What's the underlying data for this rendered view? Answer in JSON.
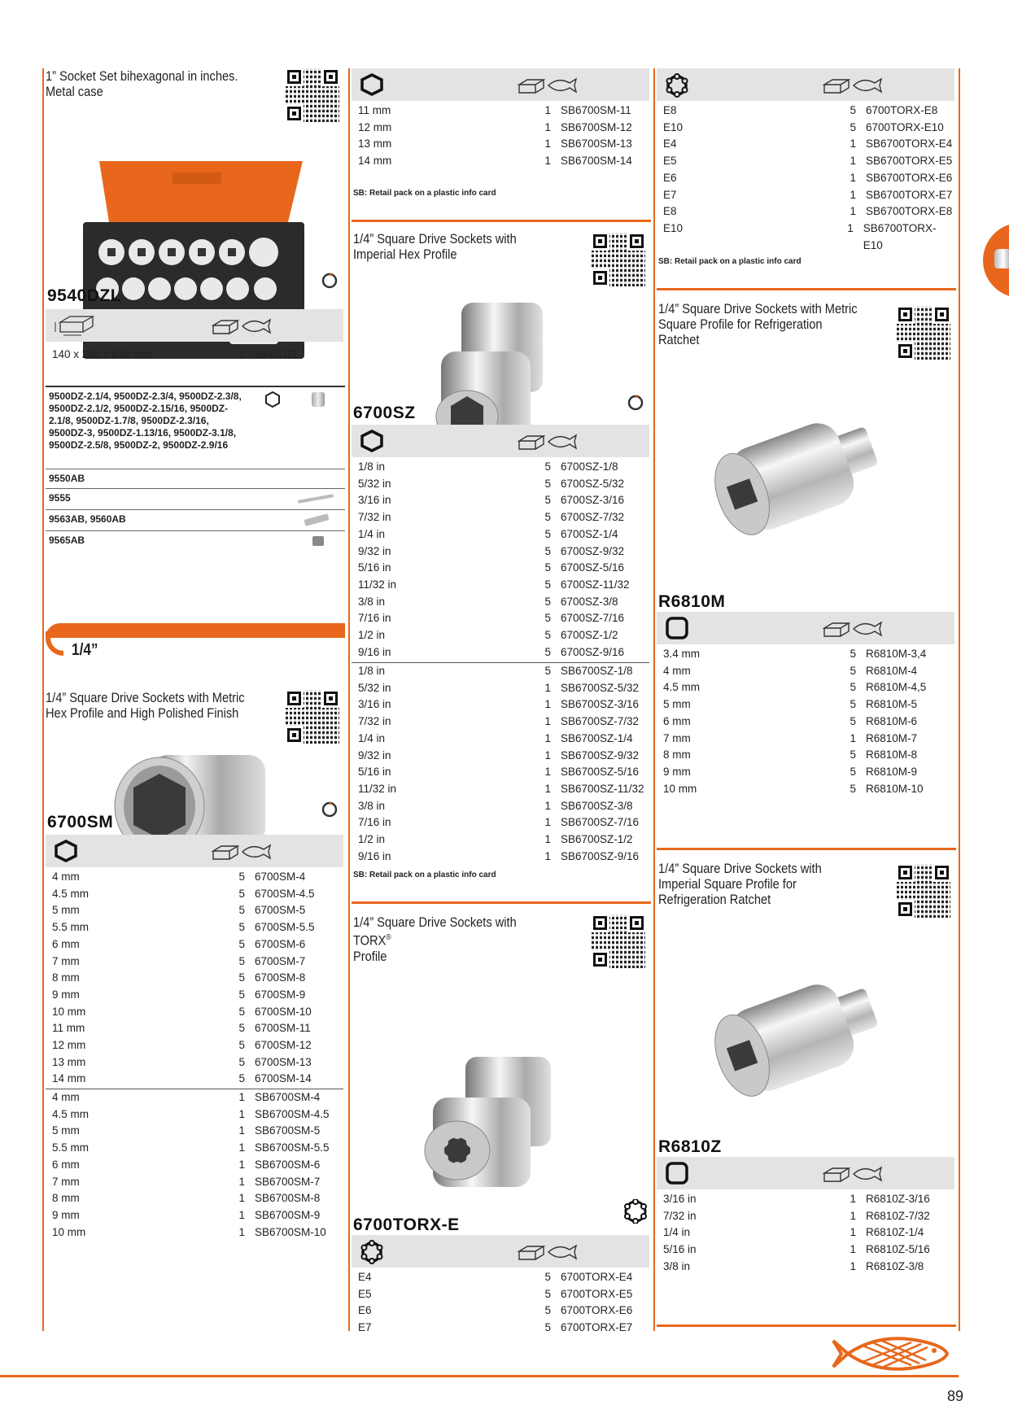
{
  "col1": {
    "set_title": "1” Socket Set bihexagonal in inches. Metal case",
    "set_code": "9540DZL",
    "set_row": {
      "dims": "140 x 285 x 630 mm",
      "qty": "1",
      "ref": "9540DZL"
    },
    "accessories": [
      {
        "text": "9500DZ-2.1/4, 9500DZ-2.3/4, 9500DZ-2.3/8, 9500DZ-2.1/2, 9500DZ-2.15/16, 9500DZ-2.1/8, 9500DZ-1.7/8, 9500DZ-2.3/16, 9500DZ-3, 9500DZ-1.13/16, 9500DZ-3.1/8, 9500DZ-2.5/8, 9500DZ-2, 9500DZ-2.9/16"
      },
      {
        "text": "9550AB"
      },
      {
        "text": "9555"
      },
      {
        "text": "9563AB, 9560AB"
      },
      {
        "text": "9565AB"
      }
    ],
    "section": "1/4”",
    "sm_title": "1/4” Square Drive Sockets with Metric Hex Profile and High Polished Finish",
    "sm_code": "6700SM",
    "sm_rows_a": [
      [
        "4 mm",
        "5",
        "6700SM-4"
      ],
      [
        "4.5 mm",
        "5",
        "6700SM-4.5"
      ],
      [
        "5 mm",
        "5",
        "6700SM-5"
      ],
      [
        "5.5 mm",
        "5",
        "6700SM-5.5"
      ],
      [
        "6 mm",
        "5",
        "6700SM-6"
      ],
      [
        "7 mm",
        "5",
        "6700SM-7"
      ],
      [
        "8 mm",
        "5",
        "6700SM-8"
      ],
      [
        "9 mm",
        "5",
        "6700SM-9"
      ],
      [
        "10 mm",
        "5",
        "6700SM-10"
      ],
      [
        "11 mm",
        "5",
        "6700SM-11"
      ],
      [
        "12 mm",
        "5",
        "6700SM-12"
      ],
      [
        "13 mm",
        "5",
        "6700SM-13"
      ],
      [
        "14 mm",
        "5",
        "6700SM-14"
      ]
    ],
    "sm_rows_b": [
      [
        "4 mm",
        "1",
        "SB6700SM-4"
      ],
      [
        "4.5 mm",
        "1",
        "SB6700SM-4.5"
      ],
      [
        "5 mm",
        "1",
        "SB6700SM-5"
      ],
      [
        "5.5 mm",
        "1",
        "SB6700SM-5.5"
      ],
      [
        "6 mm",
        "1",
        "SB6700SM-6"
      ],
      [
        "7 mm",
        "1",
        "SB6700SM-7"
      ],
      [
        "8 mm",
        "1",
        "SB6700SM-8"
      ],
      [
        "9 mm",
        "1",
        "SB6700SM-9"
      ],
      [
        "10 mm",
        "1",
        "SB6700SM-10"
      ]
    ]
  },
  "col2": {
    "cont_rows": [
      [
        "11 mm",
        "1",
        "SB6700SM-11"
      ],
      [
        "12 mm",
        "1",
        "SB6700SM-12"
      ],
      [
        "13 mm",
        "1",
        "SB6700SM-13"
      ],
      [
        "14 mm",
        "1",
        "SB6700SM-14"
      ]
    ],
    "note1": "SB: Retail pack on a plastic info card",
    "sz_title": "1/4” Square Drive Sockets with Imperial Hex Profile",
    "sz_code": "6700SZ",
    "sz_rows_a": [
      [
        "1/8 in",
        "5",
        "6700SZ-1/8"
      ],
      [
        "5/32 in",
        "5",
        "6700SZ-5/32"
      ],
      [
        "3/16 in",
        "5",
        "6700SZ-3/16"
      ],
      [
        "7/32 in",
        "5",
        "6700SZ-7/32"
      ],
      [
        "1/4 in",
        "5",
        "6700SZ-1/4"
      ],
      [
        "9/32 in",
        "5",
        "6700SZ-9/32"
      ],
      [
        "5/16 in",
        "5",
        "6700SZ-5/16"
      ],
      [
        "11/32 in",
        "5",
        "6700SZ-11/32"
      ],
      [
        "3/8 in",
        "5",
        "6700SZ-3/8"
      ],
      [
        "7/16 in",
        "5",
        "6700SZ-7/16"
      ],
      [
        "1/2 in",
        "5",
        "6700SZ-1/2"
      ],
      [
        "9/16 in",
        "5",
        "6700SZ-9/16"
      ]
    ],
    "sz_rows_b": [
      [
        "1/8 in",
        "5",
        "SB6700SZ-1/8"
      ],
      [
        "5/32 in",
        "1",
        "SB6700SZ-5/32"
      ],
      [
        "3/16 in",
        "1",
        "SB6700SZ-3/16"
      ],
      [
        "7/32 in",
        "1",
        "SB6700SZ-7/32"
      ],
      [
        "1/4 in",
        "1",
        "SB6700SZ-1/4"
      ],
      [
        "9/32 in",
        "1",
        "SB6700SZ-9/32"
      ],
      [
        "5/16 in",
        "1",
        "SB6700SZ-5/16"
      ],
      [
        "11/32 in",
        "1",
        "SB6700SZ-11/32"
      ],
      [
        "3/8 in",
        "1",
        "SB6700SZ-3/8"
      ],
      [
        "7/16 in",
        "1",
        "SB6700SZ-7/16"
      ],
      [
        "1/2 in",
        "1",
        "SB6700SZ-1/2"
      ],
      [
        "9/16 in",
        "1",
        "SB6700SZ-9/16"
      ]
    ],
    "note2": "SB: Retail pack on a plastic info card",
    "torx_title_a": "1/4” Square Drive Sockets with TORX",
    "torx_reg": "®",
    "torx_title_b": "Profile",
    "torx_code": "6700TORX-E",
    "torx_rows": [
      [
        "E4",
        "5",
        "6700TORX-E4"
      ],
      [
        "E5",
        "5",
        "6700TORX-E5"
      ],
      [
        "E6",
        "5",
        "6700TORX-E6"
      ],
      [
        "E7",
        "5",
        "6700TORX-E7"
      ]
    ]
  },
  "col3": {
    "torx_rows": [
      [
        "E8",
        "5",
        "6700TORX-E8"
      ],
      [
        "E10",
        "5",
        "6700TORX-E10"
      ],
      [
        "E4",
        "1",
        "SB6700TORX-E4"
      ],
      [
        "E5",
        "1",
        "SB6700TORX-E5"
      ],
      [
        "E6",
        "1",
        "SB6700TORX-E6"
      ],
      [
        "E7",
        "1",
        "SB6700TORX-E7"
      ],
      [
        "E8",
        "1",
        "SB6700TORX-E8"
      ],
      [
        "E10",
        "1",
        "SB6700TORX-E10"
      ]
    ],
    "note": "SB: Retail pack on a plastic info card",
    "m_title": "1/4” Square Drive Sockets with Metric Square Profile for Refrigeration Ratchet",
    "m_code": "R6810M",
    "m_rows": [
      [
        "3.4 mm",
        "5",
        "R6810M-3,4"
      ],
      [
        "4 mm",
        "5",
        "R6810M-4"
      ],
      [
        "4.5 mm",
        "5",
        "R6810M-4,5"
      ],
      [
        "5 mm",
        "5",
        "R6810M-5"
      ],
      [
        "6 mm",
        "5",
        "R6810M-6"
      ],
      [
        "7 mm",
        "1",
        "R6810M-7"
      ],
      [
        "8 mm",
        "5",
        "R6810M-8"
      ],
      [
        "9 mm",
        "5",
        "R6810M-9"
      ],
      [
        "10 mm",
        "5",
        "R6810M-10"
      ]
    ],
    "z_title": "1/4” Square Drive Sockets with Imperial Square Profile for Refrigeration Ratchet",
    "z_code": "R6810Z",
    "z_rows": [
      [
        "3/16 in",
        "1",
        "R6810Z-3/16"
      ],
      [
        "7/32 in",
        "1",
        "R6810Z-7/32"
      ],
      [
        "1/4 in",
        "1",
        "R6810Z-1/4"
      ],
      [
        "5/16 in",
        "1",
        "R6810Z-5/16"
      ],
      [
        "3/8 in",
        "1",
        "R6810Z-3/8"
      ]
    ]
  },
  "page_number": "89",
  "brand_color": "#e8671c",
  "icons": [
    "hex-profile-icon",
    "torx-profile-icon",
    "square-profile-icon",
    "package-icon",
    "fish-logo-icon",
    "dynamic-drive-icon",
    "qr-code"
  ]
}
